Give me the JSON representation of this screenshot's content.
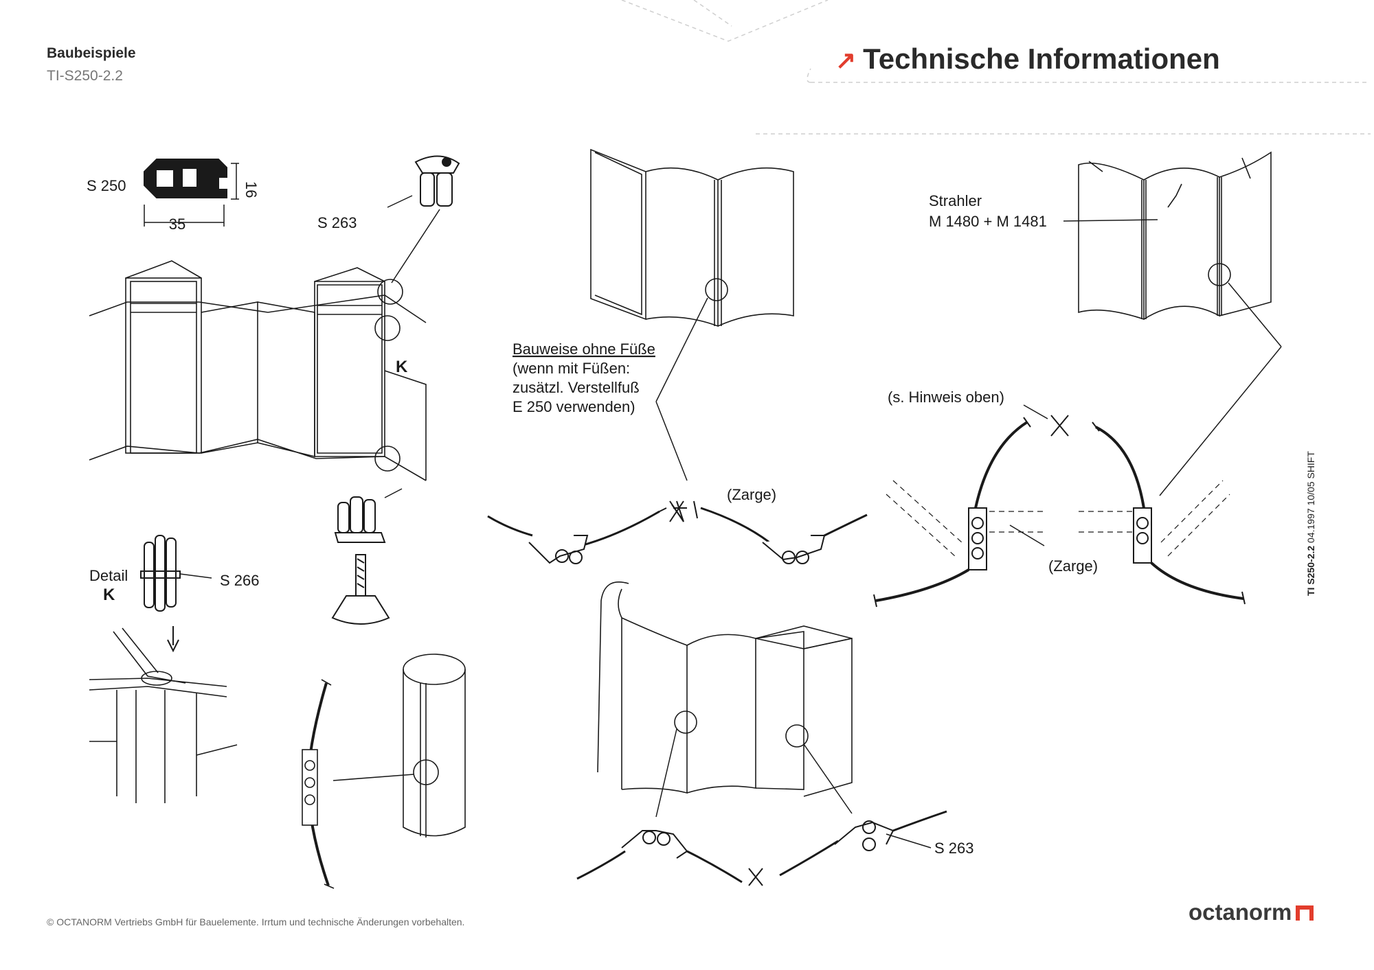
{
  "header": {
    "title": "Baubeispiele",
    "code": "TI-S250-2.2",
    "section_title": "Technische Informationen",
    "section_arrow": "↗"
  },
  "labels": {
    "s250": "S 250",
    "dim_width": "35",
    "dim_height": "16",
    "s263_top": "S 263",
    "k_marker": "K",
    "detail": "Detail",
    "detail_k": "K",
    "s266": "S 266",
    "bauweise_title": "Bauweise ohne Füße",
    "bauweise_l1": "(wenn mit Füßen:",
    "bauweise_l2": "zusätzl. Verstellfuß",
    "bauweise_l3": "E 250 verwenden)",
    "zarge_mid": "(Zarge)",
    "strahler": "Strahler",
    "strahler_models": "M 1480 + M 1481",
    "hinweis": "(s. Hinweis oben)",
    "zarge_right": "(Zarge)",
    "s263_bottom": "S 263"
  },
  "side_label": {
    "bold": "TI S250-2.2",
    "rest": " 04.1997 10/05 SHIFT"
  },
  "footer": {
    "copyright": "© OCTANORM Vertriebs GmbH für Bauelemente. Irrtum und technische Änderungen vorbehalten.",
    "brand": "octanorm"
  },
  "colors": {
    "accent": "#e23d2d",
    "line": "#1a1a1a"
  }
}
